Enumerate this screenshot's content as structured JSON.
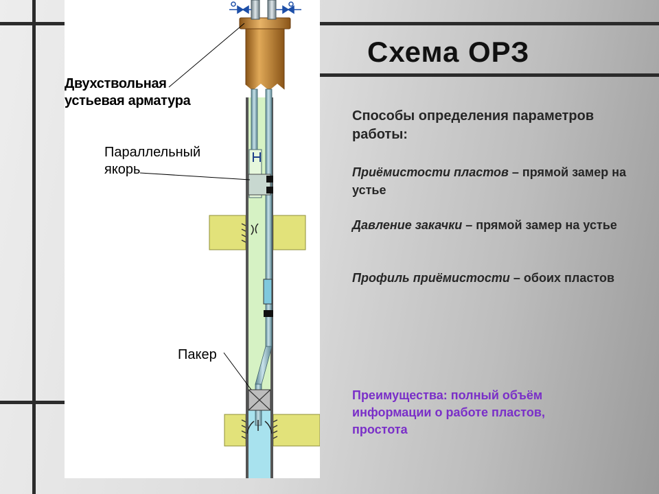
{
  "slide": {
    "title": "Схема ОРЗ",
    "methods_heading": "Способы определения параметров работы:",
    "methods": [
      {
        "term": "Приёмистости пластов",
        "separator": " – ",
        "description": "прямой замер на устье"
      },
      {
        "term": "Давление закачки",
        "separator": " – ",
        "description": "прямой замер на устье"
      },
      {
        "term": "Профиль приёмистости",
        "separator": " – ",
        "description": "обоих пластов"
      }
    ],
    "advantages": "Преимущества: полный объём информации о работе пластов, простота"
  },
  "diagram": {
    "labels": {
      "wellhead_line1": "Двухствольная",
      "wellhead_line2": "устьевая арматура",
      "anchor_line1": "Параллельный",
      "anchor_line2": "якорь",
      "packer": "Пакер"
    },
    "colors": {
      "casing_upper": "#b87a2a",
      "formation": "#e2e27a",
      "annulus_fluid": "#d6f2c4",
      "lower_fluid": "#a8e2ee",
      "tubing": "#8fb8c4",
      "advantage_text": "#7a2fc8"
    }
  }
}
